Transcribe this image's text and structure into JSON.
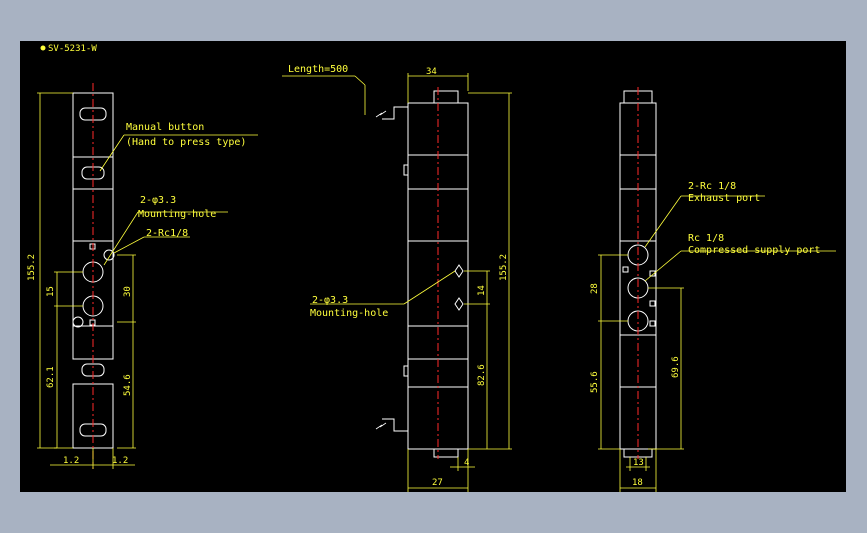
{
  "drawing": {
    "title": "SV-5231-W",
    "background": "#000000",
    "colors": {
      "outline": "#ffffff",
      "dimension": "#ffff3c",
      "centerline": "#ff2a2a",
      "body": "#000000"
    }
  },
  "front_view": {
    "manual_button": "Manual button",
    "manual_button_note": "(Hand to press type)",
    "holes_qty": "2-φ3.3",
    "holes_label": "Mounting-hole",
    "port_label": "2-Rc1/8",
    "dims": {
      "total_height": "155.2",
      "d15": "15",
      "d30": "30",
      "d62_1": "62.1",
      "d54_6": "54.6",
      "left_1_2": "1.2",
      "right_1_2": "1.2"
    }
  },
  "side_view": {
    "length_label": "Length=500",
    "d34": "34",
    "holes_qty": "2-φ3.3",
    "holes_label": "Mounting-hole",
    "dims": {
      "d155_2": "155.2",
      "d14": "14",
      "d82_6": "82.6",
      "d27": "27",
      "d4": "4"
    }
  },
  "end_view": {
    "exhaust_qty": "2-Rc 1/8",
    "exhaust_label": "Exhaust port",
    "supply_qty": "Rc 1/8",
    "supply_label": "Compressed supply port",
    "dims": {
      "d28": "28",
      "d55_6": "55.6",
      "d69_6": "69.6",
      "d13": "13",
      "d18": "18"
    }
  }
}
